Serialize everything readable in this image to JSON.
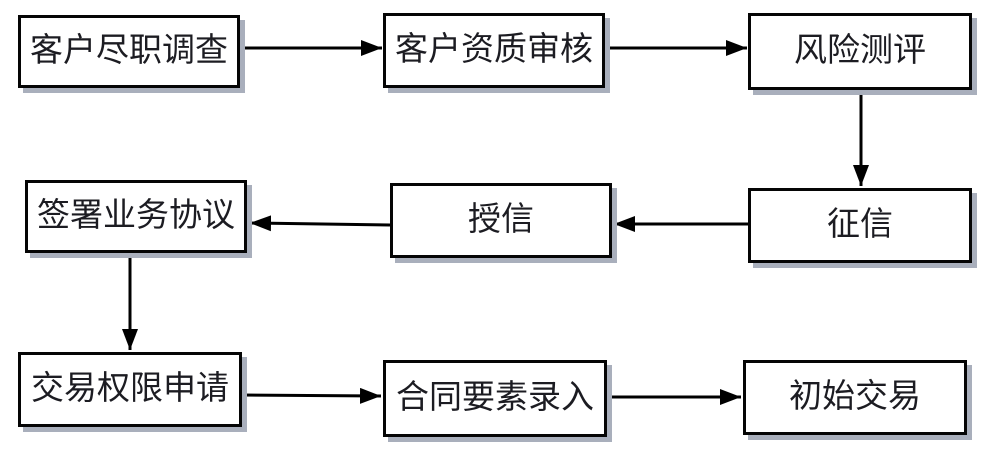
{
  "diagram": {
    "type": "flowchart",
    "background": "#ffffff",
    "colors": {
      "box_border": "#050505",
      "box_fill": "#ffffff",
      "box_shadow": "#a9afbc",
      "arrow": "#000000",
      "text": "#1c1c22"
    },
    "nodes": [
      {
        "id": "customer-due-diligence",
        "label": "客户尽职调查"
      },
      {
        "id": "customer-qualification-review",
        "label": "客户资质审核"
      },
      {
        "id": "risk-assessment",
        "label": "风险测评"
      },
      {
        "id": "credit-investigation",
        "label": "征信"
      },
      {
        "id": "credit-granting",
        "label": "授信"
      },
      {
        "id": "sign-business-agreement",
        "label": "签署业务协议"
      },
      {
        "id": "trading-permission-application",
        "label": "交易权限申请"
      },
      {
        "id": "contract-elements-entry",
        "label": "合同要素录入"
      },
      {
        "id": "initial-trade",
        "label": "初始交易"
      }
    ],
    "edges": [
      {
        "from": "客户尽职调查",
        "to": "客户资质审核",
        "direction": "right"
      },
      {
        "from": "客户资质审核",
        "to": "风险测评",
        "direction": "right"
      },
      {
        "from": "风险测评",
        "to": "征信",
        "direction": "down"
      },
      {
        "from": "征信",
        "to": "授信",
        "direction": "left"
      },
      {
        "from": "授信",
        "to": "签署业务协议",
        "direction": "left"
      },
      {
        "from": "签署业务协议",
        "to": "交易权限申请",
        "direction": "down"
      },
      {
        "from": "交易权限申请",
        "to": "合同要素录入",
        "direction": "right"
      },
      {
        "from": "合同要素录入",
        "to": "初始交易",
        "direction": "right"
      }
    ]
  }
}
